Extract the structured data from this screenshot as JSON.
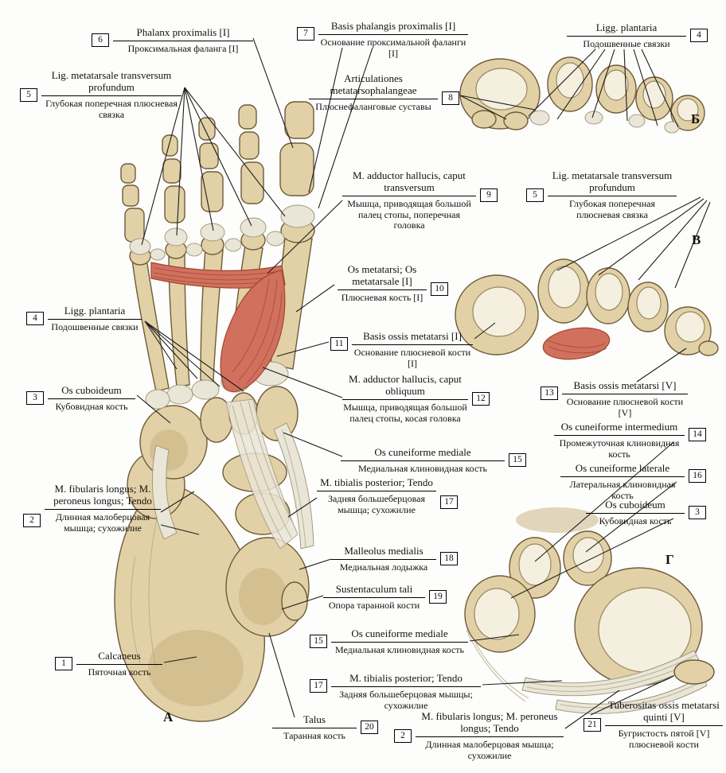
{
  "panels": {
    "a": "А",
    "b": "Б",
    "v": "В",
    "g": "Г"
  },
  "colors": {
    "bone": "#e2d1a6",
    "bone-shade": "#c6ad7c",
    "bone-outline": "#6e5b38",
    "facet": "#f4efde",
    "facet-outline": "#978762",
    "liga": "#eae6d7",
    "liga-outline": "#a29a80",
    "muscle": "#d2705e",
    "muscle-dark": "#9e4634",
    "leader": "#1c1c1c",
    "ink": "#111111",
    "bg": "#fdfdfb"
  },
  "labels": [
    {
      "num": "6",
      "latin": "Phalanx proximalis [I]",
      "russian": "Проксимальная фаланга [I]"
    },
    {
      "num": "5",
      "latin": "Lig. metatarsale transversum profundum",
      "russian": "Глубокая поперечная плюсневая связка"
    },
    {
      "num": "7",
      "latin": "Basis phalangis proximalis [I]",
      "russian": "Основание проксимальной фаланги [I]"
    },
    {
      "num": "4",
      "latin": "Ligg. plantaria",
      "russian": "Подошвенные связки"
    },
    {
      "num": "8",
      "latin": "Articulationes metatarsophalangeae",
      "russian": "Плюснефаланговые суставы"
    },
    {
      "num": "9",
      "latin": "M. adductor hallucis, caput transversum",
      "russian": "Мышца, приводящая большой палец стопы, поперечная головка"
    },
    {
      "num": "5",
      "latin": "Lig. metatarsale transversum profundum",
      "russian": "Глубокая поперечная плюсневая связка"
    },
    {
      "num": "10",
      "latin": "Os metatarsi; Os metatarsale [I]",
      "russian": "Плюсневая кость [I]"
    },
    {
      "num": "11",
      "latin": "Basis ossis metatarsi [I]",
      "russian": "Основание плюсневой кости [I]"
    },
    {
      "num": "12",
      "latin": "M. adductor hallucis, caput obliquum",
      "russian": "Мышца, приводящая большой палец стопы, косая головка"
    },
    {
      "num": "13",
      "latin": "Basis ossis metatarsi [V]",
      "russian": "Основание плюсневой кости [V]"
    },
    {
      "num": "4",
      "latin": "Ligg. plantaria",
      "russian": "Подошвенные связки"
    },
    {
      "num": "3",
      "latin": "Os cuboideum",
      "russian": "Кубовидная кость"
    },
    {
      "num": "15",
      "latin": "Os cuneiforme mediale",
      "russian": "Медиальная клиновидная кость"
    },
    {
      "num": "14",
      "latin": "Os cuneiforme intermedium",
      "russian": "Промежуточная клиновидная кость"
    },
    {
      "num": "16",
      "latin": "Os cuneiforme laterale",
      "russian": "Латеральная клиновидная кость"
    },
    {
      "num": "3",
      "latin": "Os cuboideum",
      "russian": "Кубовидная кость"
    },
    {
      "num": "17",
      "latin": "M. tibialis posterior; Tendo",
      "russian": "Задняя большеберцовая мышца; сухожилие"
    },
    {
      "num": "2",
      "latin": "M. fibularis longus; M. peroneus longus; Tendo",
      "russian": "Длинная малоберцовая мышца; сухожилие"
    },
    {
      "num": "18",
      "latin": "Malleolus medialis",
      "russian": "Медиальная лодыжка"
    },
    {
      "num": "19",
      "latin": "Sustentaculum tali",
      "russian": "Опора таранной кости"
    },
    {
      "num": "15",
      "latin": "Os cuneiforme mediale",
      "russian": "Медиальная клиновидная кость"
    },
    {
      "num": "1",
      "latin": "Calcaneus",
      "russian": "Пяточная кость"
    },
    {
      "num": "17",
      "latin": "M. tibialis posterior; Tendo",
      "russian": "Задняя большеберцовая мышцы; сухожилие"
    },
    {
      "num": "20",
      "latin": "Talus",
      "russian": "Таранная кость"
    },
    {
      "num": "2",
      "latin": "M. fibularis longus; M. peroneus longus; Tendo",
      "russian": "Длинная малоберцовая мышца; сухожилие"
    },
    {
      "num": "21",
      "latin": "Tuberositas ossis metatarsi quinti [V]",
      "russian": "Бугристость пятой [V] плюсневой кости"
    }
  ]
}
